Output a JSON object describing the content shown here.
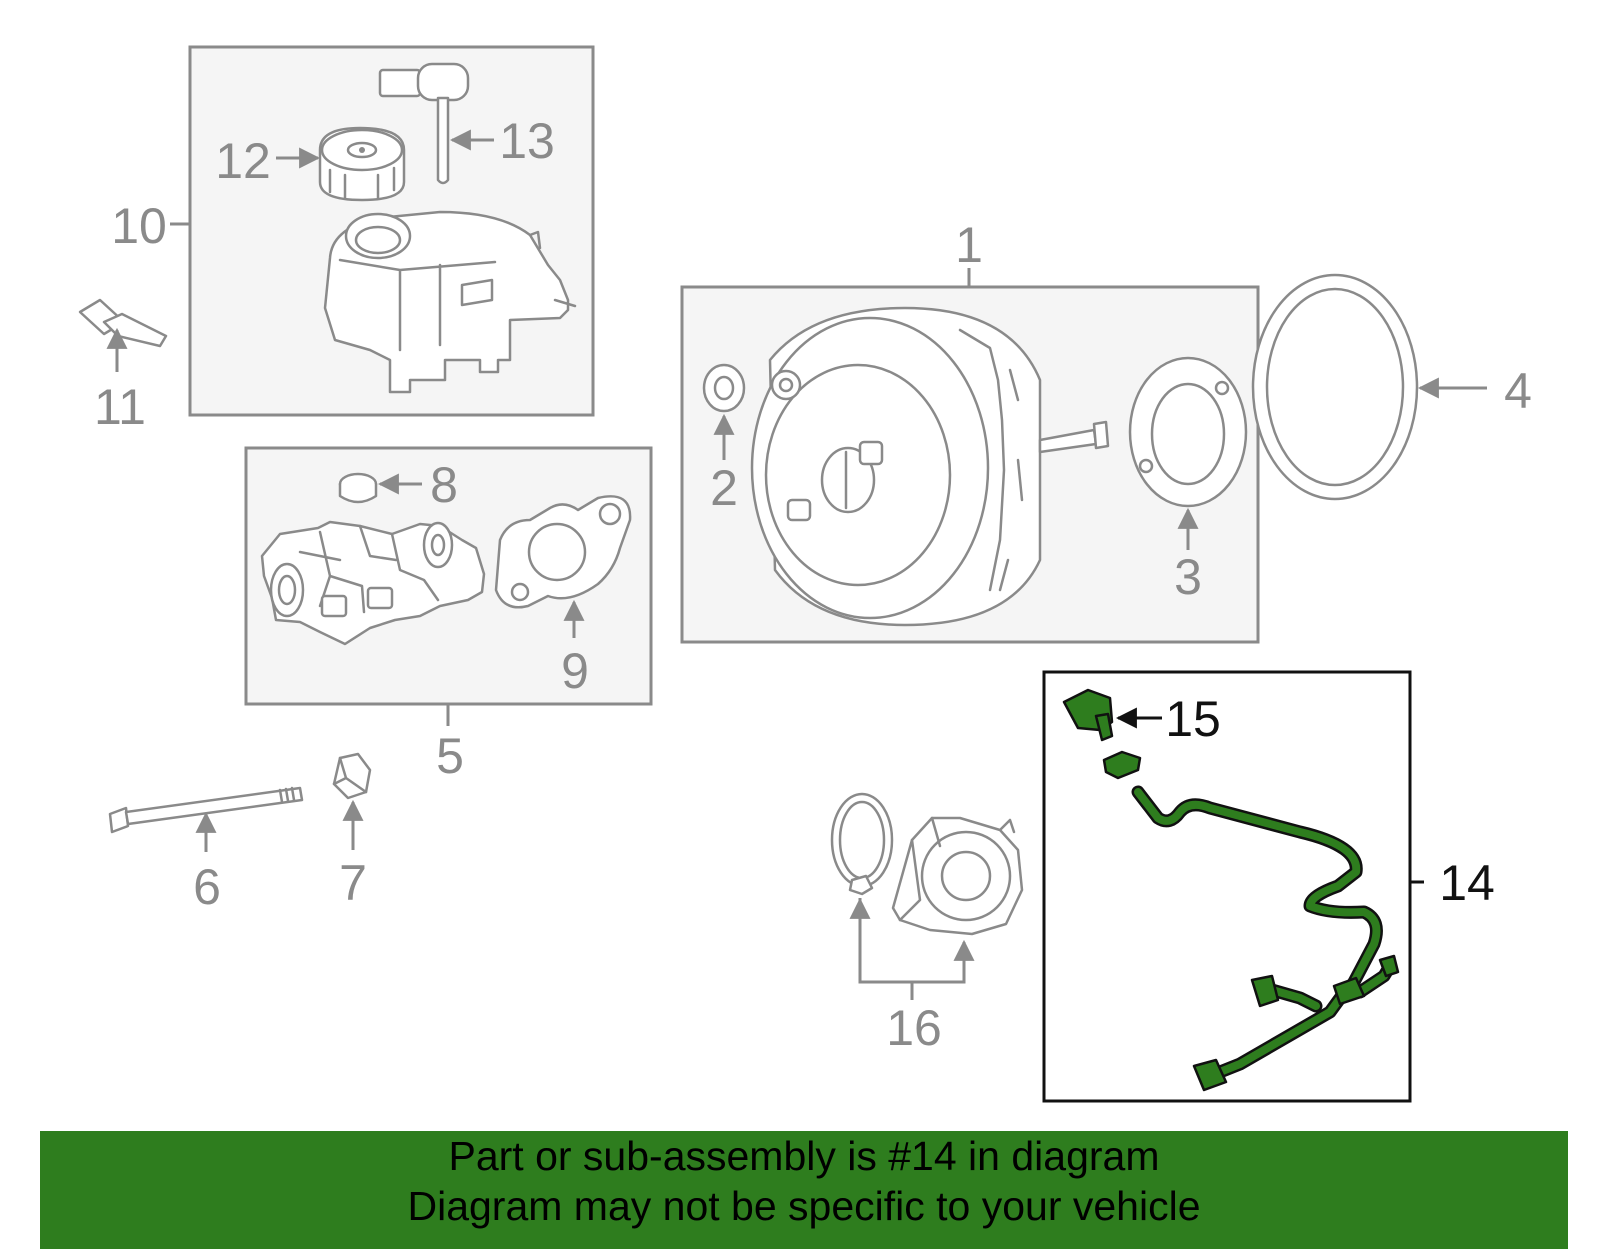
{
  "colors": {
    "highlight_green": "#2e7d1e",
    "part_gray": "#8a8a8a",
    "highlight_outline": "#111111"
  },
  "callouts": {
    "c1": "1",
    "c2": "2",
    "c3": "3",
    "c4": "4",
    "c5": "5",
    "c6": "6",
    "c7": "7",
    "c8": "8",
    "c9": "9",
    "c10": "10",
    "c11": "11",
    "c12": "12",
    "c13": "13",
    "c14": "14",
    "c15": "15",
    "c16": "16"
  },
  "highlighted_part": "14",
  "banner": {
    "line1": "Part or sub-assembly is #14 in diagram",
    "line2": "Diagram may not be specific to your vehicle"
  }
}
